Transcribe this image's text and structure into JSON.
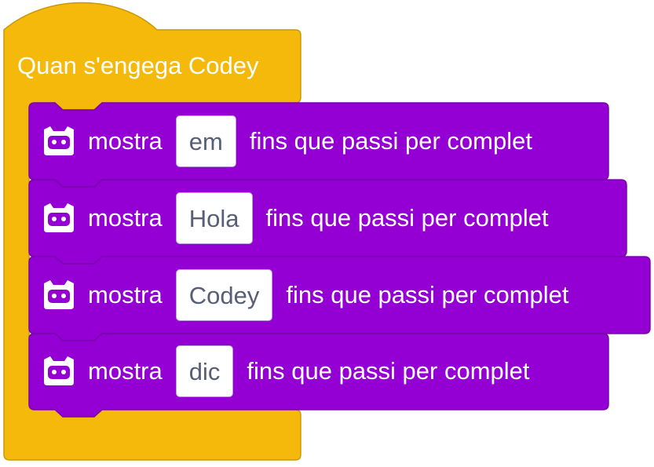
{
  "event_block": {
    "label": "Quan s'engega Codey",
    "color": "#f4b90b",
    "border_color": "#c99a08"
  },
  "command_blocks": [
    {
      "icon": "codey-robot-icon",
      "keyword": "mostra",
      "text": "em",
      "suffix": "fins que passi per complet"
    },
    {
      "icon": "codey-robot-icon",
      "keyword": "mostra",
      "text": "Hola",
      "suffix": "fins que passi per complet"
    },
    {
      "icon": "codey-robot-icon",
      "keyword": "mostra",
      "text": "Codey",
      "suffix": "fins que passi per complet"
    },
    {
      "icon": "codey-robot-icon",
      "keyword": "mostra",
      "text": "dic",
      "suffix": "fins que passi per complet"
    }
  ],
  "colors": {
    "command_block": "#9400d3",
    "command_border": "#7a05ad",
    "text_field_bg": "#ffffff",
    "text_field_text": "#575e75"
  }
}
